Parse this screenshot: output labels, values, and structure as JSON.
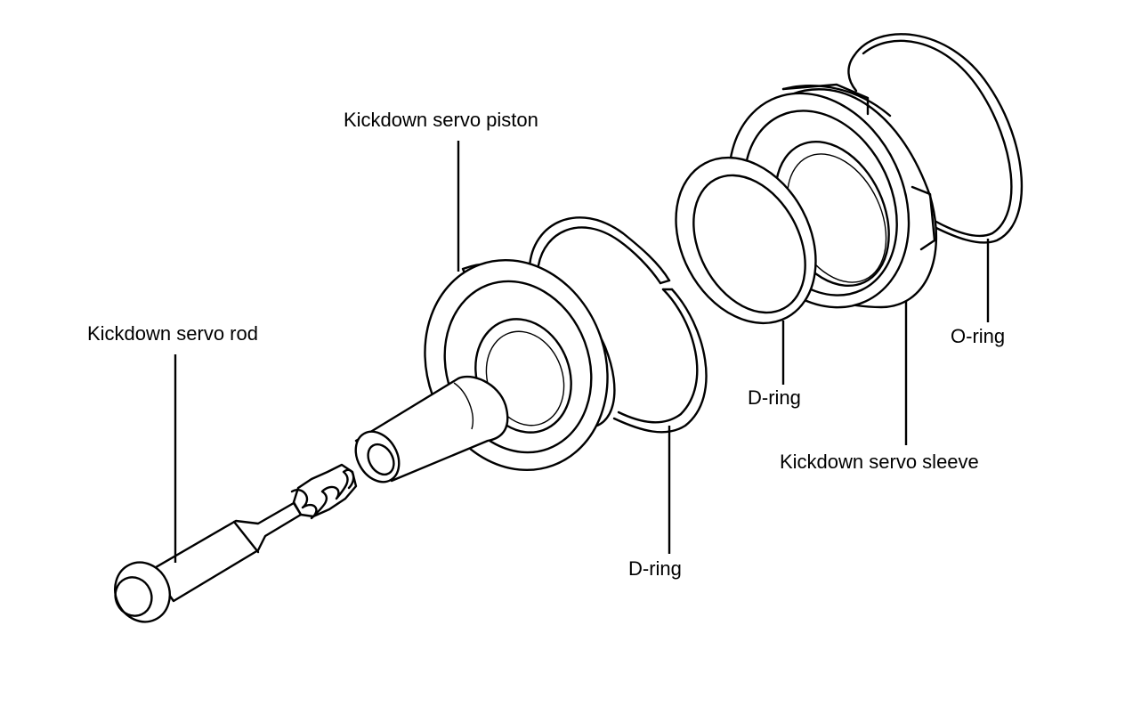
{
  "labels": {
    "piston": "Kickdown servo piston",
    "rod": "Kickdown servo rod",
    "dring_left": "D-ring",
    "dring_middle": "D-ring",
    "sleeve": "Kickdown servo sleeve",
    "oring": "O-ring"
  },
  "colors": {
    "ink": "#000000",
    "background": "#ffffff"
  }
}
